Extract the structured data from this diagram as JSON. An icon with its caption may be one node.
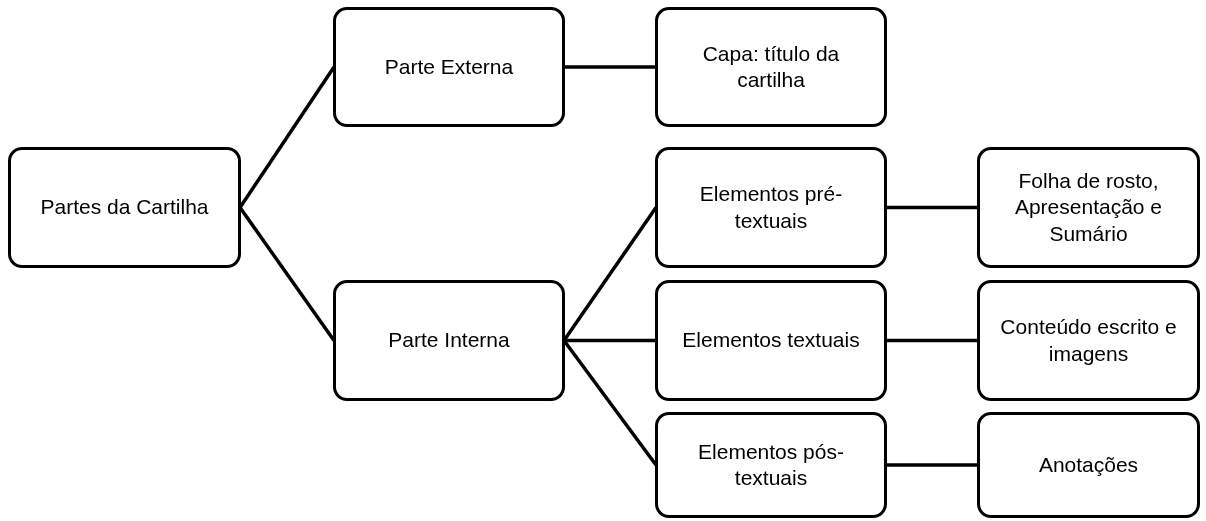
{
  "diagram": {
    "nodes": [
      {
        "text": [
          "Partes da Cartilha"
        ]
      },
      {
        "text": [
          "Parte Externa"
        ]
      },
      {
        "text": [
          "Parte Interna"
        ]
      },
      {
        "text": [
          "Capa: título da cartilha"
        ]
      },
      {
        "text": [
          "Elementos pré-textuais"
        ]
      },
      {
        "text": [
          "Folha de rosto, Apresentação e Sumário"
        ]
      },
      {
        "text": [
          "Elementos textuais"
        ]
      },
      {
        "text": [
          "Conteúdo escrito e imagens"
        ]
      },
      {
        "text": [
          "Elementos pós-textuais"
        ]
      },
      {
        "text": [
          "Anotações"
        ]
      }
    ],
    "edges": [
      {
        "from": 0,
        "to": 1,
        "arrow": "none"
      },
      {
        "from": 0,
        "to": 2,
        "arrow": "none"
      },
      {
        "from": 1,
        "to": 3,
        "arrow": "none"
      },
      {
        "from": 2,
        "to": 4,
        "arrow": "none"
      },
      {
        "from": 2,
        "to": 6,
        "arrow": "none"
      },
      {
        "from": 2,
        "to": 8,
        "arrow": "none"
      },
      {
        "from": 4,
        "to": 5,
        "arrow": "none"
      },
      {
        "from": 6,
        "to": 7,
        "arrow": "none"
      },
      {
        "from": 8,
        "to": 9,
        "arrow": "none"
      }
    ]
  }
}
